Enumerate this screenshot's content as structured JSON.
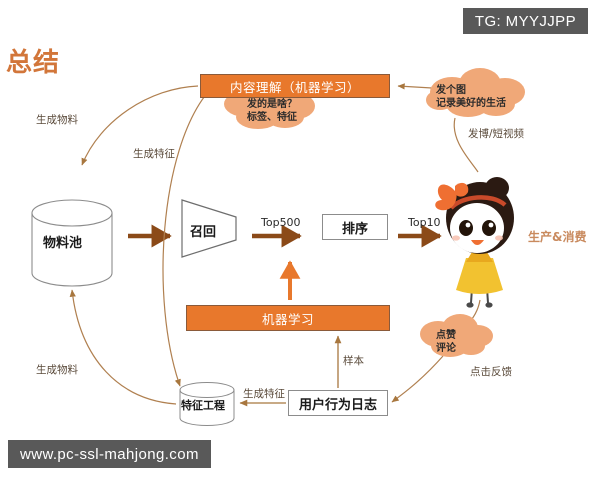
{
  "page": {
    "title": "总结",
    "title_color": "#d2763a",
    "background": "#ffffff",
    "accent_orange": "#e8782c",
    "line_brown": "#b08050",
    "arrow_brown": "#8b4a18"
  },
  "watermarks": {
    "top_right": "TG: MYYJJPP",
    "bottom_left": "www.pc-ssl-mahjong.com",
    "background": "#595959",
    "color": "#ffffff"
  },
  "nodes": {
    "content_understanding": "内容理解（机器学习）",
    "machine_learning": "机器学习",
    "material_pool": "物料池",
    "recall": "召回",
    "ranking": "排序",
    "feature_engineering": "特征工程",
    "user_behavior_log": "用户行为日志"
  },
  "clouds": {
    "post_tag": {
      "line1": "发的是啥？",
      "line2": "标签、特征"
    },
    "publish": {
      "line1": "发个图",
      "line2": "记录美好的生活"
    },
    "feedback": {
      "line1": "点赞",
      "line2": "评论"
    }
  },
  "edge_labels": {
    "generate_material_top": "生成物料",
    "generate_feature_top": "生成特征",
    "generate_material_bottom": "生成物料",
    "generate_feature_bottom": "生成特征",
    "publish_channel": "发博/短视频",
    "click_feedback": "点击反馈",
    "sample": "样本",
    "top500": "Top500",
    "top10": "Top10"
  },
  "annotations": {
    "produce_consume": "生产&消费"
  },
  "character": {
    "name": "cartoon-girl-avatar",
    "bow_color": "#ef6f32",
    "hair_color": "#2b1a12",
    "face_color": "#ffffff",
    "dress_color": "#f2c230"
  }
}
